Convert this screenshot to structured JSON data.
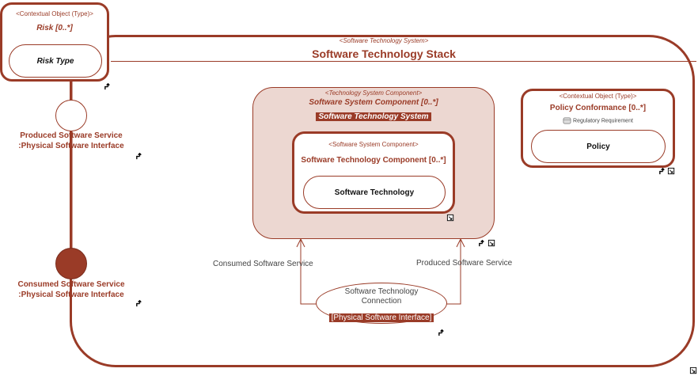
{
  "stack": {
    "stereotype": "<Software Technology System>",
    "title": "Software Technology Stack"
  },
  "risk": {
    "stereotype": "<Contextual Object (Type)>",
    "title": "Risk [0..*]",
    "inner": "Risk Type"
  },
  "ports": {
    "produced": {
      "line1": "Produced Software Service",
      "line2": ":Physical Software Interface"
    },
    "consumed": {
      "line1": "Consumed Software Service",
      "line2": ":Physical Software Interface"
    }
  },
  "tsc": {
    "stereotype": "<Technology System Component>",
    "title": "Software System Component [0..*]",
    "tag": "Software Technology System"
  },
  "ssc": {
    "stereotype": "<Software System Component>",
    "title": "Software Technology Component [0..*]",
    "inner": "Software Technology"
  },
  "policy": {
    "stereotype": "<Contextual Object (Type)>",
    "title": "Policy Conformance [0..*]",
    "requirement": "Regulatory Requirement",
    "inner": "Policy"
  },
  "connection": {
    "line1": "Software Technology",
    "line2": "Connection",
    "tag": "[Physical Software Interface]",
    "consumed_label": "Consumed Software Service",
    "produced_label": "Produced Software Service"
  },
  "colors": {
    "accent": "#9a3b27",
    "fill": "#ecd7d1",
    "port_fill": "#9a3b27"
  },
  "icons": [
    "navigate-arrow-icon",
    "subdiagram-icon",
    "requirement-icon"
  ]
}
